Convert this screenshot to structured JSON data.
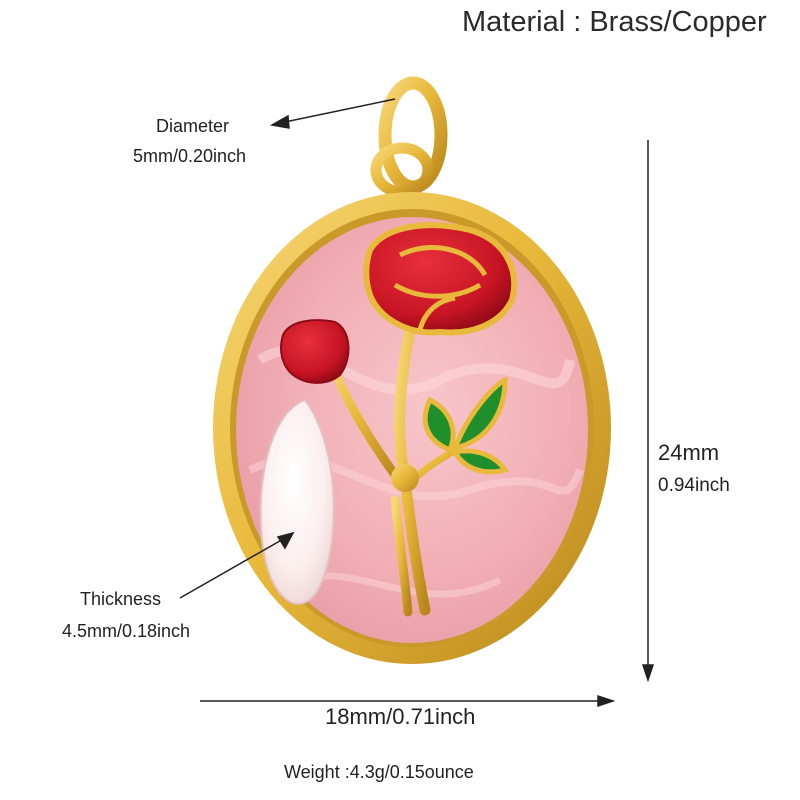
{
  "header": {
    "material": "Material : Brass/Copper"
  },
  "annotations": {
    "diameter_label": "Diameter",
    "diameter_value": "5mm/0.20inch",
    "thickness_label": "Thickness",
    "thickness_value": "4.5mm/0.18inch",
    "height_mm": "24mm",
    "height_inch": "0.94inch",
    "width": "18mm/0.71inch",
    "weight": "Weight :4.3g/0.15ounce"
  },
  "colors": {
    "gold": "#e8b93a",
    "gold_dark": "#b9861c",
    "enamel_pink": "#f1aeb5",
    "rose_red": "#c81424",
    "leaf_green": "#1f8f2c",
    "pearl": "#fbefee"
  }
}
